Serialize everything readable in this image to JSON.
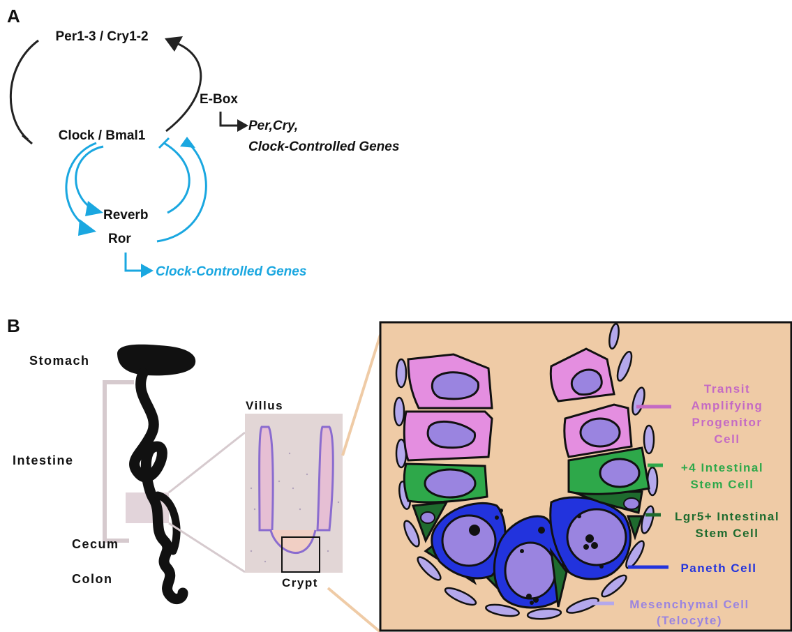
{
  "panel_a": {
    "letter": "A",
    "per_cry": "Per1-3 / Cry1-2",
    "clock_bmal": "Clock / Bmal1",
    "ebox": "E-Box",
    "target_line1": "Per,Cry,",
    "target_line2": "Clock-Controlled Genes",
    "reverb": "Reverb",
    "ror": "Ror",
    "ror_target": "Clock-Controlled Genes"
  },
  "panel_b": {
    "letter": "B",
    "stomach": "Stomach",
    "intestine": "Intestine",
    "cecum": "Cecum",
    "colon": "Colon",
    "villus": "Villus",
    "crypt": "Crypt",
    "cell_types": {
      "ta_line1": "Transit",
      "ta_line2": "Amplifying",
      "ta_line3": "Progenitor",
      "ta_line4": "Cell",
      "plus4_line1": "+4 Intestinal",
      "plus4_line2": "Stem Cell",
      "lgr5_line1": "Lgr5+ Intestinal",
      "lgr5_line2": "Stem Cell",
      "paneth": "Paneth Cell",
      "mes_line1": "Mesenchymal Cell",
      "mes_line2": "(Telocyte)"
    }
  },
  "colors": {
    "cyan": "#1aa7e0",
    "ta_pink": "#e48ee0",
    "ta_label": "#c46ac4",
    "stem_green": "#2ea84a",
    "lgr5_green": "#1e6b2e",
    "paneth_blue": "#2233dd",
    "nucleus_purple": "#9a84e0",
    "telocyte": "#b4a8ec",
    "background_tan": "#efcba6"
  }
}
